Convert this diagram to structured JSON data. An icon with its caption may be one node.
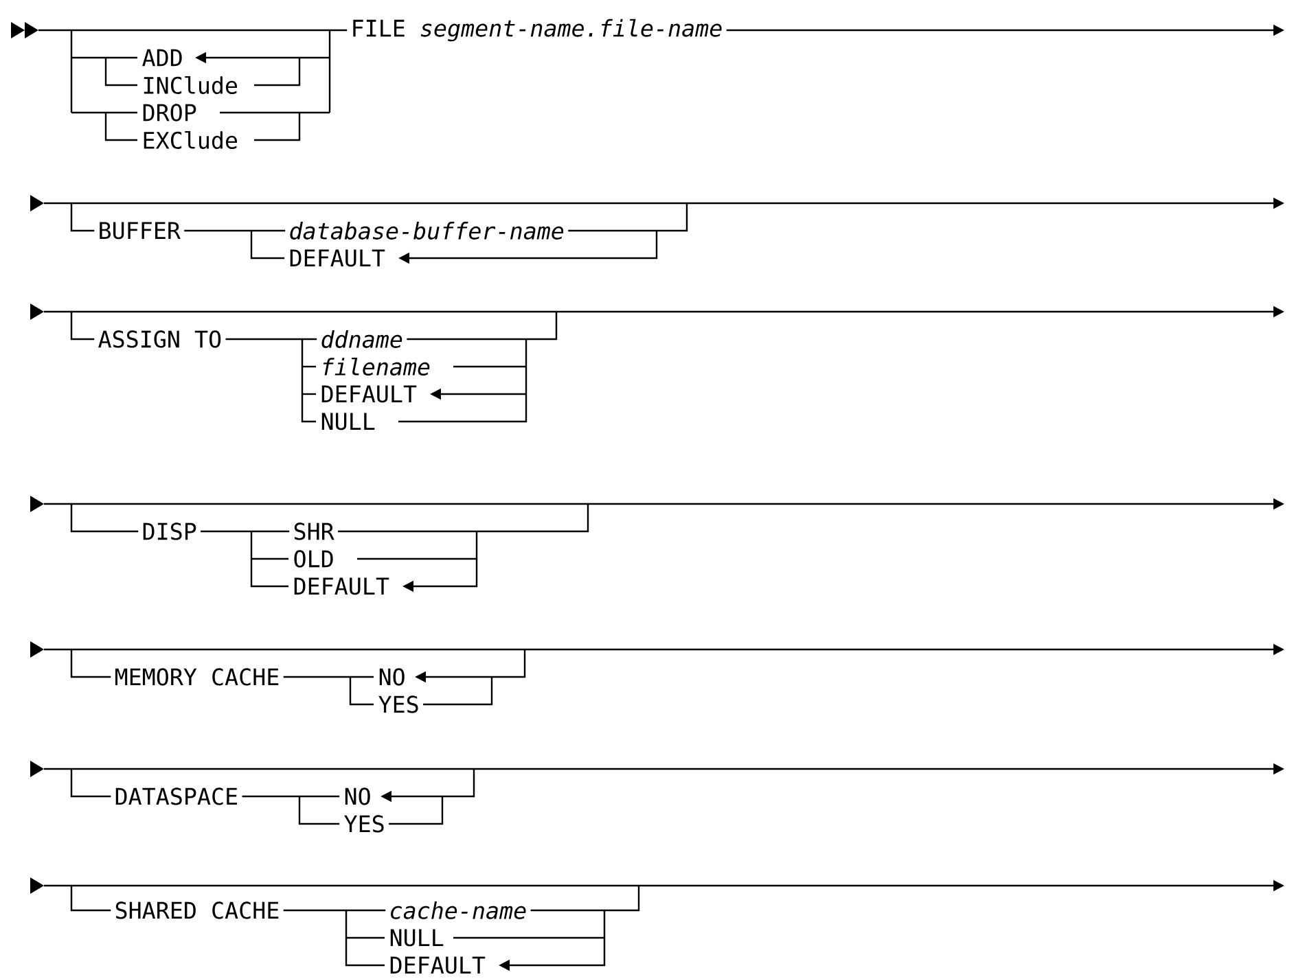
{
  "diagram": {
    "labels": [
      "FILE *segment-name.file-name*",
      "ADD",
      "INClude",
      "DROP",
      "EXClude",
      "BUFFER",
      "*database-buffer-name*",
      "DEFAULT",
      "ASSIGN TO",
      "*ddname*",
      "*filename*",
      "DEFAULT",
      "NULL",
      "DISP",
      "SHR",
      "OLD",
      "DEFAULT",
      "MEMORY CACHE",
      "NO",
      "YES",
      "DATASPACE",
      "NO",
      "YES",
      "SHARED CACHE",
      "*cache-name*",
      "NULL",
      "DEFAULT"
    ]
  }
}
